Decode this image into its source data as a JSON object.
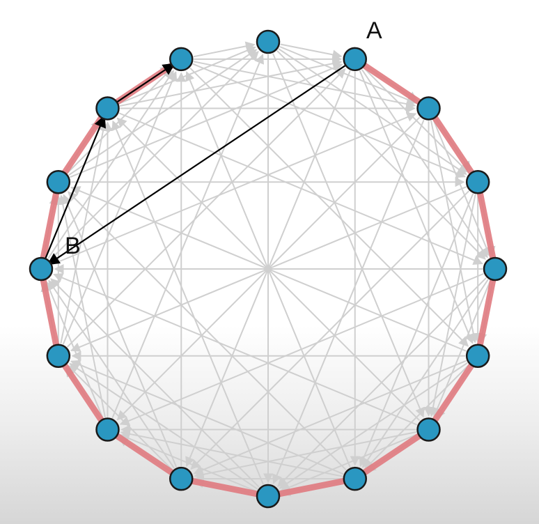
{
  "graph": {
    "node_count": 16,
    "node_color": "#2a97c1",
    "edge_color": "#cfcfcf",
    "highlight_path_color": "#e07a80",
    "arrow_color": "#000000",
    "labels": {
      "a": "A",
      "b": "B"
    },
    "long_jump_edges": [
      [
        1,
        12
      ],
      [
        12,
        14
      ],
      [
        14,
        15
      ]
    ],
    "highlight_path": [
      1,
      2,
      3,
      4,
      5,
      6,
      7,
      8,
      9,
      10,
      11,
      12,
      13,
      14,
      15
    ]
  }
}
